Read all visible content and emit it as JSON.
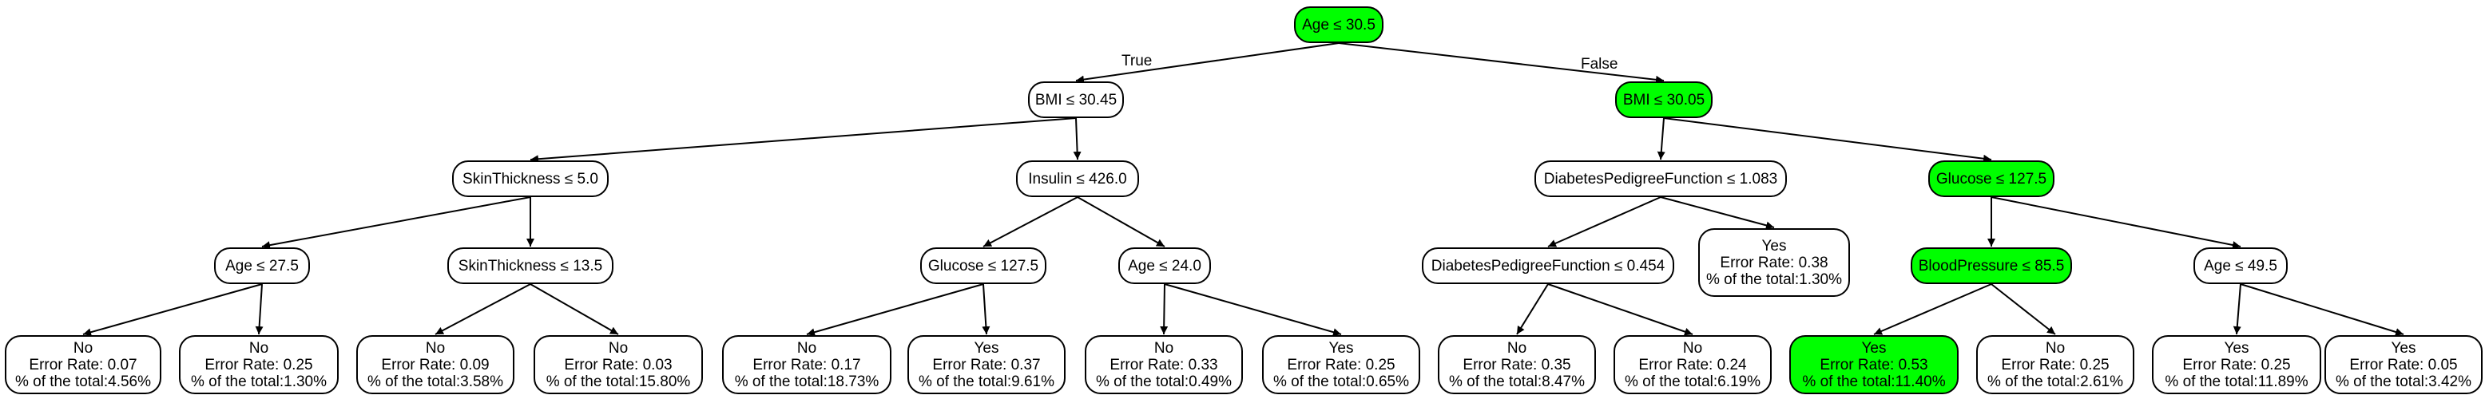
{
  "colors": {
    "highlight": "#00ff00",
    "node_fill": "#ffffff",
    "stroke": "#000000"
  },
  "edge_labels": {
    "true_label": "True",
    "false_label": "False"
  },
  "nodes": {
    "root": {
      "line1": "Age ≤ 30.5",
      "highlight": true
    },
    "n_bmi_left": {
      "line1": "BMI ≤ 30.45",
      "highlight": false
    },
    "n_bmi_right": {
      "line1": "BMI ≤ 30.05",
      "highlight": true
    },
    "n_skin5": {
      "line1": "SkinThickness ≤ 5.0",
      "highlight": false
    },
    "n_insulin": {
      "line1": "Insulin ≤ 426.0",
      "highlight": false
    },
    "n_dpf1083": {
      "line1": "DiabetesPedigreeFunction ≤ 1.083",
      "highlight": false
    },
    "n_glucose_r": {
      "line1": "Glucose ≤ 127.5",
      "highlight": true
    },
    "n_age275": {
      "line1": "Age ≤ 27.5",
      "highlight": false
    },
    "n_skin135": {
      "line1": "SkinThickness ≤ 13.5",
      "highlight": false
    },
    "n_glucose_l": {
      "line1": "Glucose ≤ 127.5",
      "highlight": false
    },
    "n_age24": {
      "line1": "Age ≤ 24.0",
      "highlight": false
    },
    "n_dpf0454": {
      "line1": "DiabetesPedigreeFunction ≤ 0.454",
      "highlight": false
    },
    "leaf_yes_038": {
      "line1": "Yes",
      "line2": "Error Rate: 0.38",
      "line3": "% of the total:1.30%",
      "highlight": false
    },
    "n_bp": {
      "line1": "BloodPressure ≤ 85.5",
      "highlight": true
    },
    "n_age495": {
      "line1": "Age ≤ 49.5",
      "highlight": false
    },
    "leaf1": {
      "line1": "No",
      "line2": "Error Rate: 0.07",
      "line3": "% of the total:4.56%",
      "highlight": false
    },
    "leaf2": {
      "line1": "No",
      "line2": "Error Rate: 0.25",
      "line3": "% of the total:1.30%",
      "highlight": false
    },
    "leaf3": {
      "line1": "No",
      "line2": "Error Rate: 0.09",
      "line3": "% of the total:3.58%",
      "highlight": false
    },
    "leaf4": {
      "line1": "No",
      "line2": "Error Rate: 0.03",
      "line3": "% of the total:15.80%",
      "highlight": false
    },
    "leaf5": {
      "line1": "No",
      "line2": "Error Rate: 0.17",
      "line3": "% of the total:18.73%",
      "highlight": false
    },
    "leaf6": {
      "line1": "Yes",
      "line2": "Error Rate: 0.37",
      "line3": "% of the total:9.61%",
      "highlight": false
    },
    "leaf7": {
      "line1": "No",
      "line2": "Error Rate: 0.33",
      "line3": "% of the total:0.49%",
      "highlight": false
    },
    "leaf8": {
      "line1": "Yes",
      "line2": "Error Rate: 0.25",
      "line3": "% of the total:0.65%",
      "highlight": false
    },
    "leaf9": {
      "line1": "No",
      "line2": "Error Rate: 0.35",
      "line3": "% of the total:8.47%",
      "highlight": false
    },
    "leaf10": {
      "line1": "No",
      "line2": "Error Rate: 0.24",
      "line3": "% of the total:6.19%",
      "highlight": false
    },
    "leaf11": {
      "line1": "Yes",
      "line2": "Error Rate: 0.53",
      "line3": "% of the total:11.40%",
      "highlight": true
    },
    "leaf12": {
      "line1": "No",
      "line2": "Error Rate: 0.25",
      "line3": "% of the total:2.61%",
      "highlight": false
    },
    "leaf13": {
      "line1": "Yes",
      "line2": "Error Rate: 0.25",
      "line3": "% of the total:11.89%",
      "highlight": false
    },
    "leaf14": {
      "line1": "Yes",
      "line2": "Error Rate: 0.05",
      "line3": "% of the total:3.42%",
      "highlight": false
    }
  },
  "edges": [
    [
      "root",
      "n_bmi_left"
    ],
    [
      "root",
      "n_bmi_right"
    ],
    [
      "n_bmi_left",
      "n_skin5"
    ],
    [
      "n_bmi_left",
      "n_insulin"
    ],
    [
      "n_bmi_right",
      "n_dpf1083"
    ],
    [
      "n_bmi_right",
      "n_glucose_r"
    ],
    [
      "n_skin5",
      "n_age275"
    ],
    [
      "n_skin5",
      "n_skin135"
    ],
    [
      "n_insulin",
      "n_glucose_l"
    ],
    [
      "n_insulin",
      "n_age24"
    ],
    [
      "n_dpf1083",
      "n_dpf0454"
    ],
    [
      "n_dpf1083",
      "leaf_yes_038"
    ],
    [
      "n_glucose_r",
      "n_bp"
    ],
    [
      "n_glucose_r",
      "n_age495"
    ],
    [
      "n_age275",
      "leaf1"
    ],
    [
      "n_age275",
      "leaf2"
    ],
    [
      "n_skin135",
      "leaf3"
    ],
    [
      "n_skin135",
      "leaf4"
    ],
    [
      "n_glucose_l",
      "leaf5"
    ],
    [
      "n_glucose_l",
      "leaf6"
    ],
    [
      "n_age24",
      "leaf7"
    ],
    [
      "n_age24",
      "leaf8"
    ],
    [
      "n_dpf0454",
      "leaf9"
    ],
    [
      "n_dpf0454",
      "leaf10"
    ],
    [
      "n_bp",
      "leaf11"
    ],
    [
      "n_bp",
      "leaf12"
    ],
    [
      "n_age495",
      "leaf13"
    ],
    [
      "n_age495",
      "leaf14"
    ]
  ]
}
